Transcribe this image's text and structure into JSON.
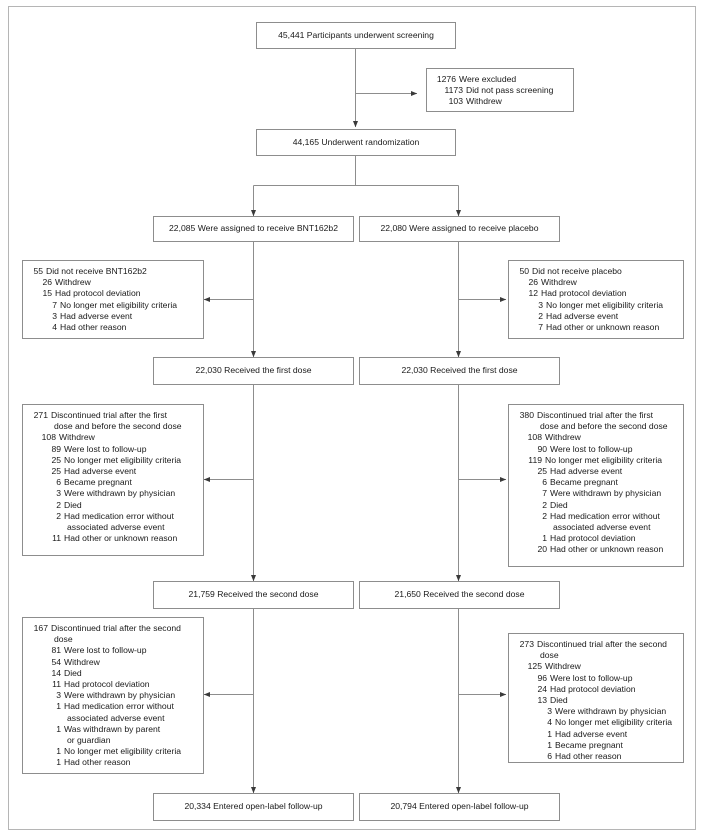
{
  "diagram": {
    "title": "CONSORT participant flow diagram",
    "line_color": "#8d8d8d",
    "text_color": "#1a1a1a"
  },
  "nodes": {
    "screening": {
      "label": "45,441 Participants underwent screening"
    },
    "excluded": {
      "header_num": "1276",
      "header_text": "Were excluded",
      "items": [
        {
          "num": "1173",
          "text": "Did not pass screening"
        },
        {
          "num": "103",
          "text": "Withdrew"
        }
      ]
    },
    "randomization": {
      "label": "44,165 Underwent randomization"
    },
    "assigned_vaccine": {
      "label": "22,085 Were assigned to receive BNT162b2"
    },
    "assigned_placebo": {
      "label": "22,080 Were assigned to receive placebo"
    },
    "not_received_vaccine": {
      "header_num": "55",
      "header_text": "Did not receive BNT162b2",
      "items": [
        {
          "num": "26",
          "text": "Withdrew"
        },
        {
          "num": "15",
          "text": "Had protocol deviation"
        },
        {
          "num": "7",
          "text": "No longer met eligibility criteria"
        },
        {
          "num": "3",
          "text": "Had adverse event"
        },
        {
          "num": "4",
          "text": "Had other reason"
        }
      ]
    },
    "not_received_placebo": {
      "header_num": "50",
      "header_text": "Did not receive placebo",
      "items": [
        {
          "num": "26",
          "text": "Withdrew"
        },
        {
          "num": "12",
          "text": "Had protocol deviation"
        },
        {
          "num": "3",
          "text": "No longer met eligibility criteria"
        },
        {
          "num": "2",
          "text": "Had adverse event"
        },
        {
          "num": "7",
          "text": "Had other or unknown reason"
        }
      ]
    },
    "first_dose_vaccine": {
      "label": "22,030 Received the first dose"
    },
    "first_dose_placebo": {
      "label": "22,030 Received the first dose"
    },
    "disc_first_vaccine": {
      "header_num": "271",
      "header_text": "Discontinued trial after the first",
      "header_text2": "dose and before the second dose",
      "items": [
        {
          "num": "108",
          "text": "Withdrew"
        },
        {
          "num": "89",
          "text": "Were lost to follow-up"
        },
        {
          "num": "25",
          "text": "No longer met eligibility criteria"
        },
        {
          "num": "25",
          "text": "Had adverse event"
        },
        {
          "num": "6",
          "text": "Became pregnant"
        },
        {
          "num": "3",
          "text": "Were withdrawn by physician"
        },
        {
          "num": "2",
          "text": "Died"
        },
        {
          "num": "2",
          "text": "Had medication error without",
          "cont": "associated adverse event"
        },
        {
          "num": "11",
          "text": "Had other or unknown reason"
        }
      ]
    },
    "disc_first_placebo": {
      "header_num": "380",
      "header_text": "Discontinued trial after the first",
      "header_text2": "dose and before the second dose",
      "items": [
        {
          "num": "108",
          "text": "Withdrew"
        },
        {
          "num": "90",
          "text": "Were lost to follow-up"
        },
        {
          "num": "119",
          "text": "No longer met eligibility criteria"
        },
        {
          "num": "25",
          "text": "Had adverse event"
        },
        {
          "num": "6",
          "text": "Became pregnant"
        },
        {
          "num": "7",
          "text": "Were withdrawn by physician"
        },
        {
          "num": "2",
          "text": "Died"
        },
        {
          "num": "2",
          "text": "Had medication error without",
          "cont": "associated adverse event"
        },
        {
          "num": "1",
          "text": "Had protocol deviation"
        },
        {
          "num": "20",
          "text": "Had other or unknown reason"
        }
      ]
    },
    "second_dose_vaccine": {
      "label": "21,759 Received the second dose"
    },
    "second_dose_placebo": {
      "label": "21,650 Received the second dose"
    },
    "disc_second_vaccine": {
      "header_num": "167",
      "header_text": "Discontinued trial after the second",
      "header_text2": "dose",
      "items": [
        {
          "num": "81",
          "text": "Were lost to follow-up"
        },
        {
          "num": "54",
          "text": "Withdrew"
        },
        {
          "num": "14",
          "text": "Died"
        },
        {
          "num": "11",
          "text": "Had protocol deviation"
        },
        {
          "num": "3",
          "text": "Were withdrawn by physician"
        },
        {
          "num": "1",
          "text": "Had medication error without",
          "cont": "associated adverse event"
        },
        {
          "num": "1",
          "text": "Was withdrawn by parent",
          "cont": "or guardian"
        },
        {
          "num": "1",
          "text": "No longer met eligibility criteria"
        },
        {
          "num": "1",
          "text": "Had other reason"
        }
      ]
    },
    "disc_second_placebo": {
      "header_num": "273",
      "header_text": "Discontinued trial after the second",
      "header_text2": "dose",
      "items": [
        {
          "num": "125",
          "text": "Withdrew"
        },
        {
          "num": "96",
          "text": "Were lost to follow-up"
        },
        {
          "num": "24",
          "text": "Had protocol deviation"
        },
        {
          "num": "13",
          "text": "Died"
        },
        {
          "num": "3",
          "text": "Were withdrawn by physician"
        },
        {
          "num": "4",
          "text": "No longer met eligibility criteria"
        },
        {
          "num": "1",
          "text": "Had adverse event"
        },
        {
          "num": "1",
          "text": "Became pregnant"
        },
        {
          "num": "6",
          "text": "Had other reason"
        }
      ]
    },
    "followup_vaccine": {
      "label": "20,334 Entered open-label follow-up"
    },
    "followup_placebo": {
      "label": "20,794 Entered open-label follow-up"
    }
  }
}
